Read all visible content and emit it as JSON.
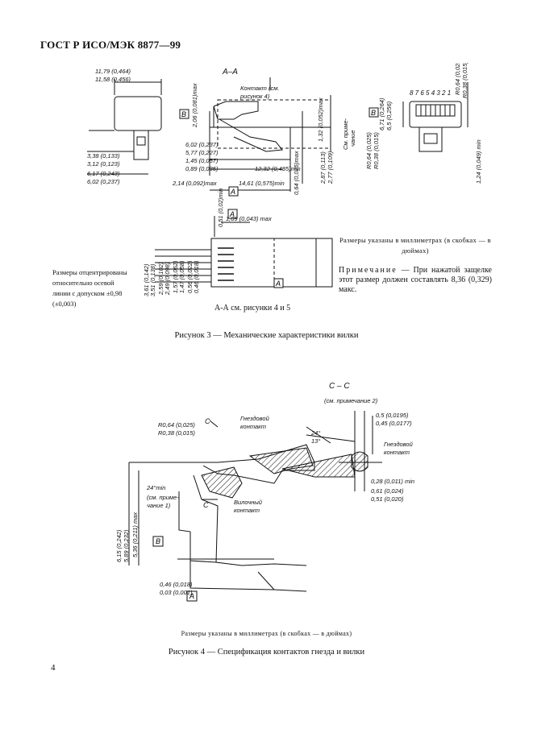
{
  "header": {
    "title": "ГОСТ Р ИСО/МЭК 8877—99"
  },
  "figure3": {
    "section_label": "А–А",
    "contact_label_1": "Контакт (см.",
    "contact_label_2": "рисунок 4)",
    "center_label_1": "См. приме-",
    "center_label_2": "чание",
    "pins": "8 7 6 5 4 3 2 1",
    "dims": {
      "w_top": "11,79 (0,464)",
      "w_bot": "11,58 (0,456)",
      "d338": "3,38 (0,133)",
      "d312": "3,12 (0,123)",
      "d617": "6,17 (0,243)",
      "d602": "6,02 (0,237)",
      "d206": "2,06 (0,081)max",
      "d602b": "6,02 (0,237)",
      "d577": "5,77 (0,227)",
      "d145": "1,45 (0,057)",
      "d089": "0,89 (0,035)",
      "d1232": "12,32 (0,485)min",
      "d214": "2,14 (0,092)max",
      "d1461": "14,61 (0,575)min",
      "d132": "1,32 (0,052)max",
      "d287": "2,87 (0,113)",
      "d277": "2,77 (0,109)",
      "d064max": "0,64 (0,025)max",
      "r064": "R0,64 (0,025)",
      "r038": "R0,38 (0,015)",
      "d671": "6,71 (0,264)",
      "d65": "6,5 (0,256)",
      "d124": "1,24 (0,049) min",
      "r064b": "R0,64 (0,025)",
      "r038b": "R0,38 (0,015)",
      "d051": "0,51 (0,02)min",
      "d109": "1,09 (0,043) max",
      "d361": "3,61 (0,142)",
      "d351": "3,51 (0,138)",
      "d259": "2,59 (0,102)",
      "d249": "2,49 (0,098)",
      "d157": "1,57 (0,062)",
      "d147": "1,47 (0,058)",
      "d056": "0,56 (0,022)",
      "d046": "0,46 (0,018)"
    },
    "datum_a": "A",
    "datum_b": "B",
    "note_dims": "Размеры указаны в миллиметрах (в скобках — в дюймах)",
    "note_spaced": "Примечание",
    "note_rest": " — При нажатой защелке этот размер должен составлять 8,36 (0,329) макс.",
    "note_left": "Размеры отцентриро­ваны относительно осевой линии с до­пуском ±0,98 (±0,003)",
    "aa_ref": "А-А см. рисунки 4 и 5",
    "caption": "Рисунок 3 — Механические характеристики вилки"
  },
  "figure4": {
    "cc": "С – С",
    "cc_note": "(см. примечание 2)",
    "r064": "R0,64 (0,025)",
    "r038": "R0,38 (0,015)",
    "c": "С",
    "socket_contact_1": "Гнездовой",
    "socket_contact_2": "контакт",
    "plug_contact_1": "Вилочный",
    "plug_contact_2": "контакт",
    "a24": "24°",
    "a13": "13°",
    "d05": "0,5 (0,0195)",
    "d045": "0,45 (0,0177)",
    "d028": "0,28 (0,011) min",
    "d061": "0,61 (0,024)",
    "d051": "0,51 (0,020)",
    "a24min": "24°min",
    "note1_1": "(см. приме-",
    "note1_2": "чание 1)",
    "d615": "6,15 (0,242)",
    "d589": "5,89 (0,232)",
    "d536": "5,36 (0,211) max",
    "d046": "0,46 (0,018)",
    "d003": "0,03 (0,001)",
    "datum_a": "A",
    "datum_b": "B",
    "dims_note": "Размеры указаны в миллиметрах (в скобках — в дюймах)",
    "caption": "Рисунок 4 — Спецификация контактов гнезда и вилки"
  },
  "page_number": "4"
}
